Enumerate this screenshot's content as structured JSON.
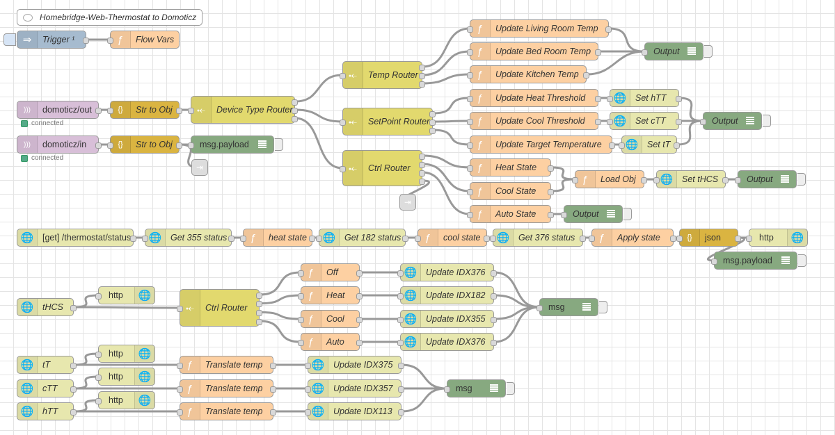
{
  "colors": {
    "function": "#fdd0a2",
    "switch": "#e2d96e",
    "json": "#dab441",
    "mqtt": "#d8bfd8",
    "http": "#e7e7ae",
    "debug": "#87a980",
    "inject": "#a6bbcf",
    "link": "#dddddd"
  },
  "comment": {
    "label": "Homebridge-Web-Thermostat to Domoticz"
  },
  "nodes": {
    "trigger": "Trigger ¹",
    "flow_vars": "Flow Vars",
    "mqtt_out": "domoticz/out",
    "mqtt_in": "domoticz/in",
    "str_obj_1": "Str to Obj",
    "str_obj_2": "Str to Obj",
    "device_type_router": "Device Type Router",
    "msg_payload_1": "msg.payload",
    "temp_router": "Temp Router",
    "setpoint_router": "SetPoint Router",
    "ctrl_router_1": "Ctrl Router",
    "upd_living": "Update Living Room Temp",
    "upd_bed": "Update Bed Room Temp",
    "upd_kitchen": "Update Kitchen Temp",
    "output_1": "Output",
    "upd_heat_thr": "Update Heat Threshold",
    "upd_cool_thr": "Update Cool Threshold",
    "upd_target": "Update Target Temperature",
    "set_htt": "Set hTT",
    "set_ctt": "Set cTT",
    "set_tt": "Set tT",
    "output_2": "Output",
    "heat_state": "Heat State",
    "cool_state": "Cool State",
    "auto_state": "Auto State",
    "load_obj": "Load Obj",
    "set_thcs": "Set tHCS",
    "output_3": "Output",
    "output_4": "Output",
    "get_thermo": "[get] /thermostat/status",
    "get_355": "Get 355 status",
    "heat_state_fn": "heat state",
    "get_182": "Get 182 status",
    "cool_state_fn": "cool state",
    "get_376": "Get 376 status",
    "apply_state": "Apply state",
    "json": "json",
    "http_resp_1": "http",
    "msg_payload_2": "msg.payload",
    "thcs": "tHCS",
    "http_resp_2": "http",
    "ctrl_router_2": "Ctrl Router",
    "fn_off": "Off",
    "fn_heat": "Heat",
    "fn_cool": "Cool",
    "fn_auto": "Auto",
    "upd_idx376_a": "Update IDX376",
    "upd_idx182": "Update IDX182",
    "upd_idx355": "Update IDX355",
    "upd_idx376_b": "Update IDX376",
    "msg_1": "msg",
    "tt": "tT",
    "ctt": "cTT",
    "htt": "hTT",
    "http_resp_3": "http",
    "http_resp_4": "http",
    "http_resp_5": "http",
    "translate_1": "Translate temp",
    "translate_2": "Translate temp",
    "translate_3": "Translate temp",
    "upd_idx375": "Update IDX375",
    "upd_idx357": "Update IDX357",
    "upd_idx113": "Update IDX113",
    "msg_2": "msg"
  },
  "status": {
    "connected_1": "connected",
    "connected_2": "connected"
  },
  "icons": {
    "function": "function-icon",
    "switch": "switch-icon",
    "json": "json-icon",
    "mqtt": "mqtt-icon",
    "http": "globe-icon",
    "debug": "debug-icon",
    "inject": "inject-icon",
    "link": "link-icon"
  }
}
